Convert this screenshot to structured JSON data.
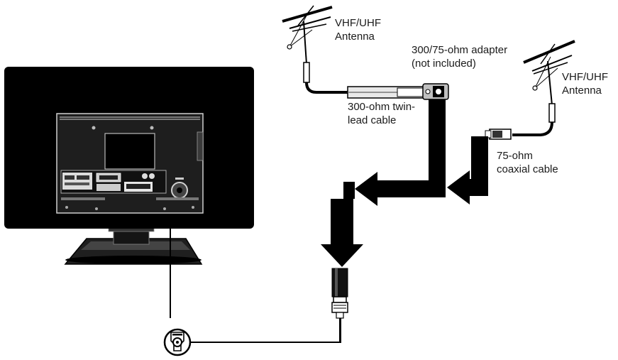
{
  "labels": {
    "antenna_left_line1": "VHF/UHF",
    "antenna_left_line2": "Antenna",
    "adapter_line1": "300/75-ohm adapter",
    "adapter_line2": "(not included)",
    "antenna_right_line1": "VHF/UHF",
    "antenna_right_line2": "Antenna",
    "twinlead_line1": "300-ohm twin-",
    "twinlead_line2": "lead cable",
    "coax_line1": "75-ohm",
    "coax_line2": "coaxial cable"
  },
  "colors": {
    "tv_body": "#000000",
    "tv_panel": "#1e1e1e",
    "arrow": "#000000",
    "cable": "#000000",
    "stand": "#222222"
  }
}
